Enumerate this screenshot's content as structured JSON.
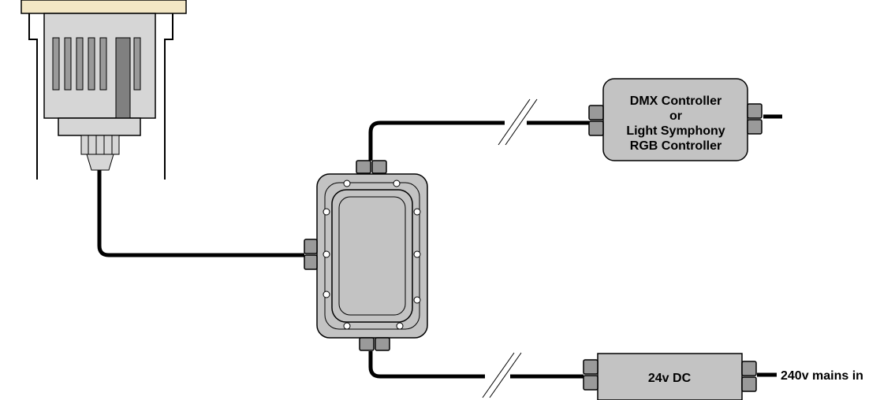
{
  "controller": {
    "lines": [
      "DMX Controller",
      "or",
      "Light Symphony",
      "RGB Controller"
    ]
  },
  "power_supply": {
    "label": "24v DC"
  },
  "mains": {
    "label": "240v mains in"
  },
  "colors": {
    "cable": "#000000",
    "box_fill": "#c3c3c3",
    "light_fill": "#d6d6d6",
    "trim": "#f3e7c5"
  }
}
